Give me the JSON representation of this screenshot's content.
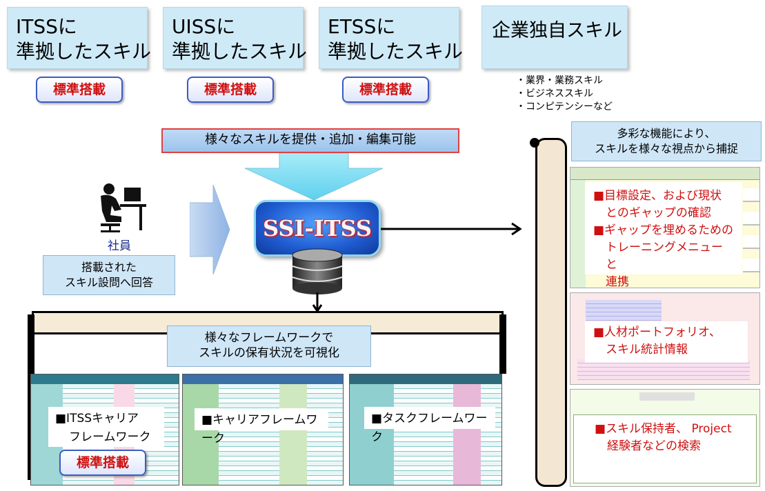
{
  "skill_boxes": [
    {
      "line1": "ITSSに",
      "line2": "準拠したスキル",
      "badge": "標準搭載"
    },
    {
      "line1": "UISSに",
      "line2": "準拠したスキル",
      "badge": "標準搭載"
    },
    {
      "line1": "ETSSに",
      "line2": "準拠したスキル",
      "badge": "標準搭載"
    }
  ],
  "company_skill": {
    "title": "企業独自スキル",
    "bullets": [
      "・業界・業務スキル",
      "・ビジネススキル",
      "・コンピテンシーなど"
    ]
  },
  "banner_text": "様々なスキルを提供・追加・編集可能",
  "employee_label": "社員",
  "answer_callout": {
    "line1": "搭載された",
    "line2": "スキル設問へ回答"
  },
  "system_name": "SSI-ITSS",
  "framework_callout": {
    "line1": "様々なフレームワークで",
    "line2": "スキルの保有状況を可視化"
  },
  "frameworks": [
    {
      "label_line1": "■ITSSキャリア",
      "label_line2": "フレームワーク",
      "badge": "標準搭載"
    },
    {
      "label": "■キャリアフレームワーク"
    },
    {
      "label": "■タスクフレームワーク"
    }
  ],
  "features_callout": {
    "line1": "多彩な機能により、",
    "line2": "スキルを様々な視点から捕捉"
  },
  "features": [
    {
      "lines": [
        "■目標設定、および現状",
        "とのギャップの確認",
        "■ギャップを埋めるための",
        "トレーニングメニューと",
        "連携"
      ]
    },
    {
      "lines": [
        "■人材ポートフォリオ、",
        "スキル統計情報"
      ]
    },
    {
      "lines": [
        "■スキル保持者、 Project",
        "経験者などの検索"
      ]
    }
  ],
  "colors": {
    "badge_text": "#d01010",
    "badge_border": "#3b5bc4",
    "skill_box_bg": "#cfeaf7",
    "system_box": "#1f5bd0",
    "banner_border": "#e04040"
  },
  "icons": [
    "person-at-computer-icon",
    "database-icon",
    "arrow-icons"
  ]
}
